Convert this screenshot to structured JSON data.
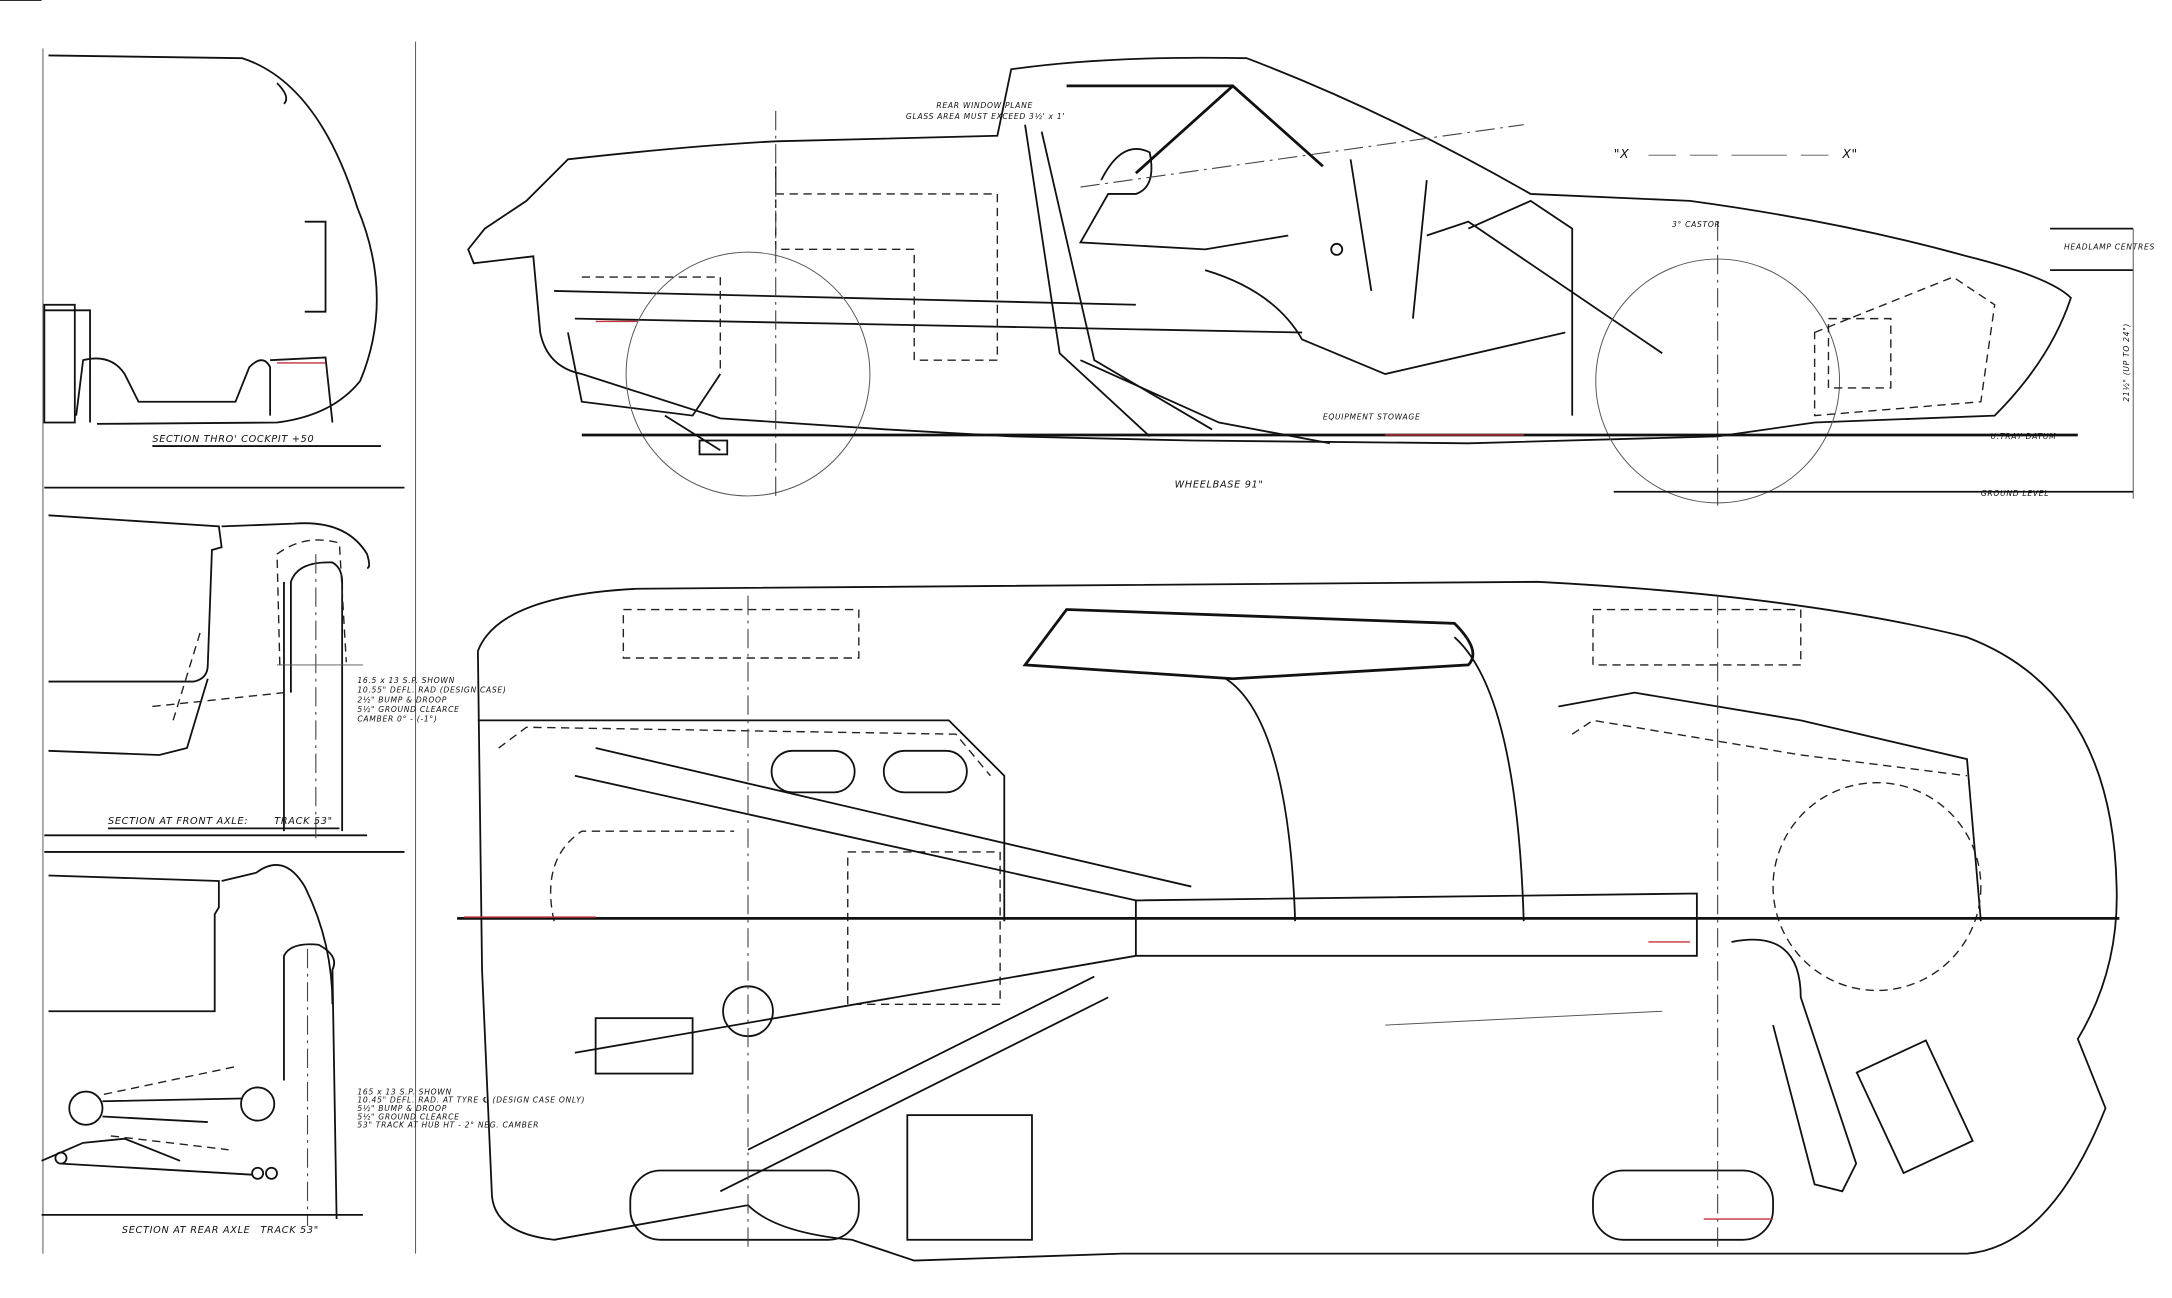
{
  "title_mark": {
    "left": "\"X",
    "right": "X\""
  },
  "side_view": {
    "rear_window_plane": "REAR WINDOW PLANE",
    "glass_area": "GLASS AREA MUST EXCEED 3½' x 1'",
    "castor": "3° CASTOR",
    "headlamp_centres": "HEADLAMP CENTRES",
    "headlamp_height": "21½\" (UP TO 24\")",
    "u_tray_datum": "U.TRAY DATUM",
    "ground_level": "GROUND LEVEL",
    "wheelbase": "WHEELBASE 91\"",
    "equipment_stowage": "EQUIPMENT STOWAGE"
  },
  "sections": {
    "cockpit": {
      "title": "SECTION THRO' COCKPIT +50"
    },
    "front_axle": {
      "title": "SECTION AT FRONT AXLE:",
      "track": "TRACK 53\"",
      "notes": [
        "16.5 x 13 S.P. SHOWN",
        "10.55\" DEFL. RAD (DESIGN CASE)",
        "2½\" BUMP & DROOP",
        "5½\" GROUND CLEARCE",
        "CAMBER 0° - (-1°)"
      ]
    },
    "rear_axle": {
      "title": "SECTION AT REAR AXLE",
      "track": "TRACK 53\"",
      "notes": [
        "165 x 13 S.P. SHOWN",
        "10.45\" DEFL. RAD. AT TYRE ℄ (DESIGN CASE ONLY)",
        "5½\" BUMP & DROOP",
        "5½\" GROUND CLEARCE",
        "53\" TRACK AT HUB HT - 2° NEG. CAMBER"
      ]
    }
  },
  "colors": {
    "ink": "#111111",
    "red_trace": "#c4323c"
  }
}
